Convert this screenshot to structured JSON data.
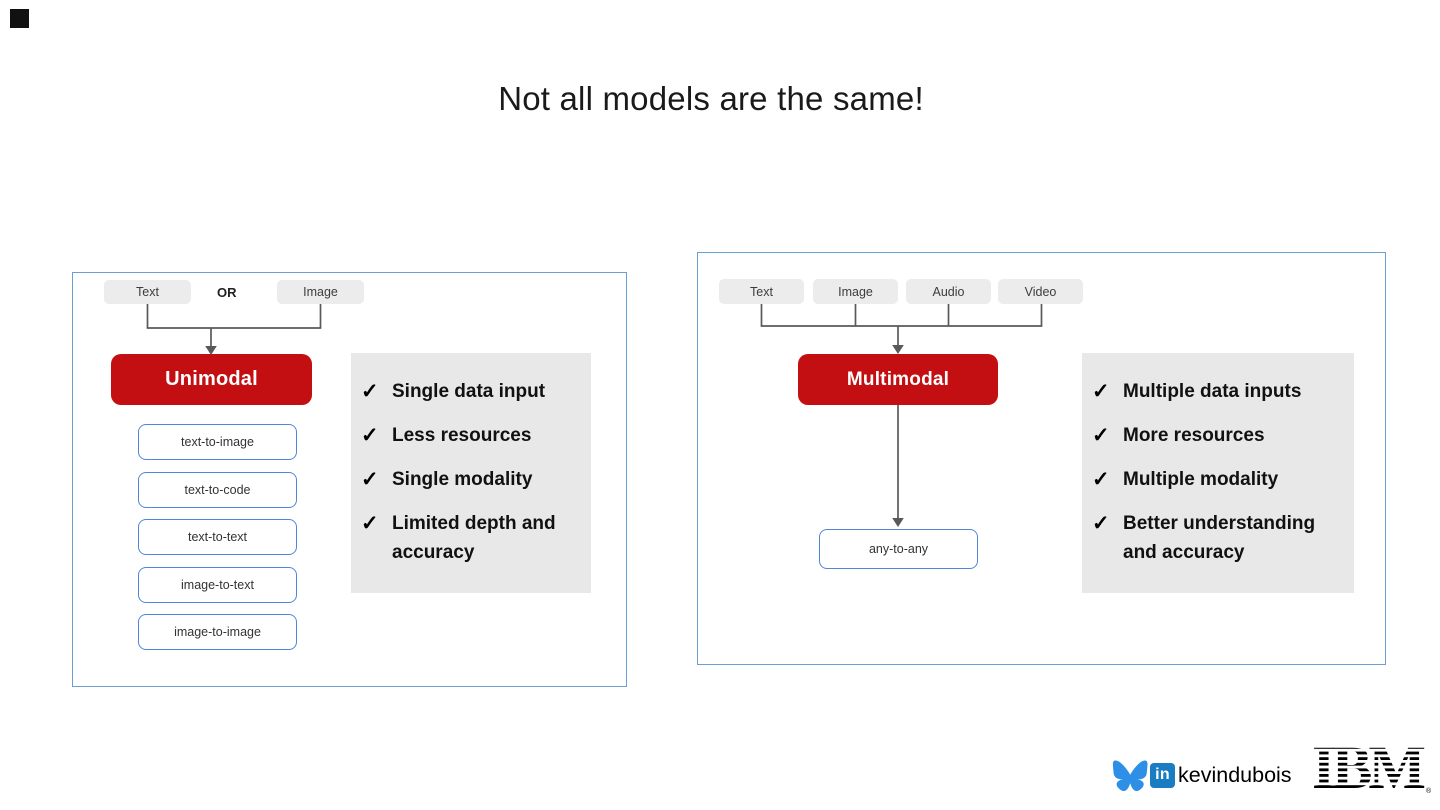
{
  "slide": {
    "title": "Not all models are the same!"
  },
  "shared": {
    "check_glyph": "✓"
  },
  "unimodal": {
    "inputs": [
      "Text",
      "Image"
    ],
    "or_label": "OR",
    "node_label": "Unimodal",
    "model_types": [
      "text-to-image",
      "text-to-code",
      "text-to-text",
      "image-to-text",
      "image-to-image"
    ],
    "features": [
      "Single data input",
      "Less resources",
      "Single modality",
      "Limited depth and accuracy"
    ]
  },
  "multimodal": {
    "inputs": [
      "Text",
      "Image",
      "Audio",
      "Video"
    ],
    "node_label": "Multimodal",
    "output_label": "any-to-any",
    "features": [
      "Multiple data inputs",
      "More resources",
      "Multiple modality",
      "Better understanding and accuracy"
    ]
  },
  "footer": {
    "handle": "kevindubois",
    "bluesky_icon": "bluesky-butterfly",
    "linkedin_icon_label": "in",
    "ibm_logo_text": "IBM",
    "registered_mark": "®"
  },
  "colors": {
    "accent_red": "#c40f12",
    "panel_border_blue": "#6b9fd4",
    "type_chip_border_blue": "#4f86d8",
    "input_chip_gray": "#ececec",
    "feature_panel_gray": "#e8e8e8",
    "connector_gray": "#595959",
    "bluesky_blue": "#2e8fe6",
    "linkedin_blue": "#1a7cc1"
  }
}
